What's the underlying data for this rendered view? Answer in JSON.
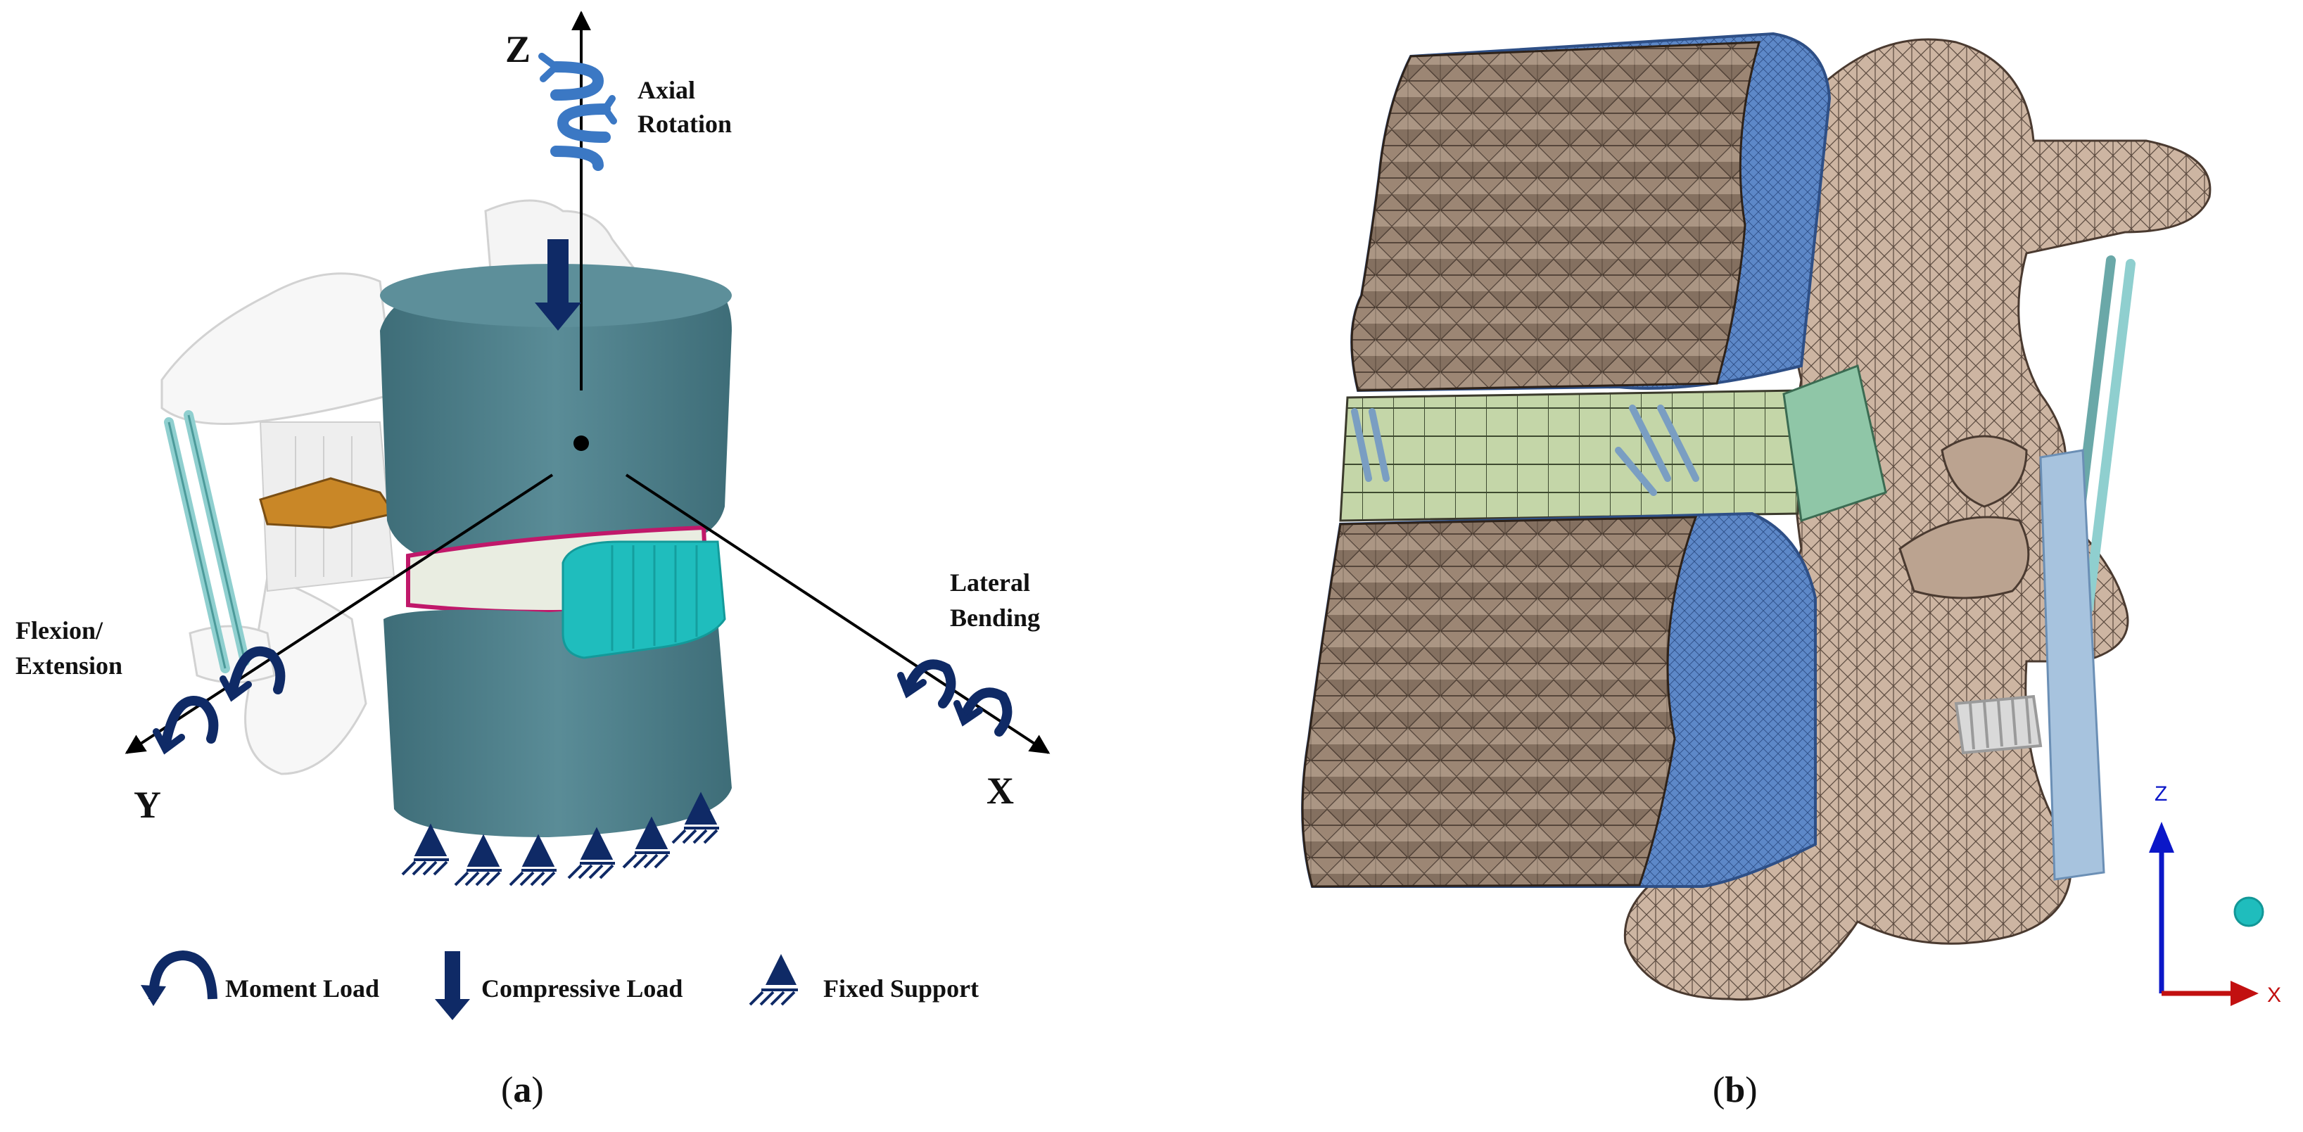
{
  "panel_a": {
    "axes": {
      "z": "Z",
      "y": "Y",
      "x": "X"
    },
    "modes": {
      "axial_rotation": [
        "Axial",
        "Rotation"
      ],
      "flexion_extension": [
        "Flexion/",
        "Extension"
      ],
      "lateral_bending": [
        "Lateral",
        "Bending"
      ]
    },
    "legend": {
      "moment": "Moment Load",
      "compressive": "Compressive Load",
      "fixed": "Fixed Support"
    },
    "caption": {
      "open": "(",
      "letter": "a",
      "close": ")"
    }
  },
  "panel_b": {
    "triad": {
      "z": "Z",
      "x": "X"
    },
    "caption": {
      "open": "(",
      "letter": "b",
      "close": ")"
    }
  },
  "colors": {
    "vertebra": "#4e7f8a",
    "disc": "#e9ede1",
    "endplate_ring": "#c0186a",
    "cage": "#1fbdbd",
    "rods": "#8fcfcf",
    "arrows": "#0f2a66",
    "moment_icons": "#3b78c4",
    "bone_mesh": "#cdb5a2",
    "cancellous_mesh": "#8f7a68",
    "cortical_blue": "#5d88c8",
    "disc_mesh": "#c4d6a8"
  }
}
